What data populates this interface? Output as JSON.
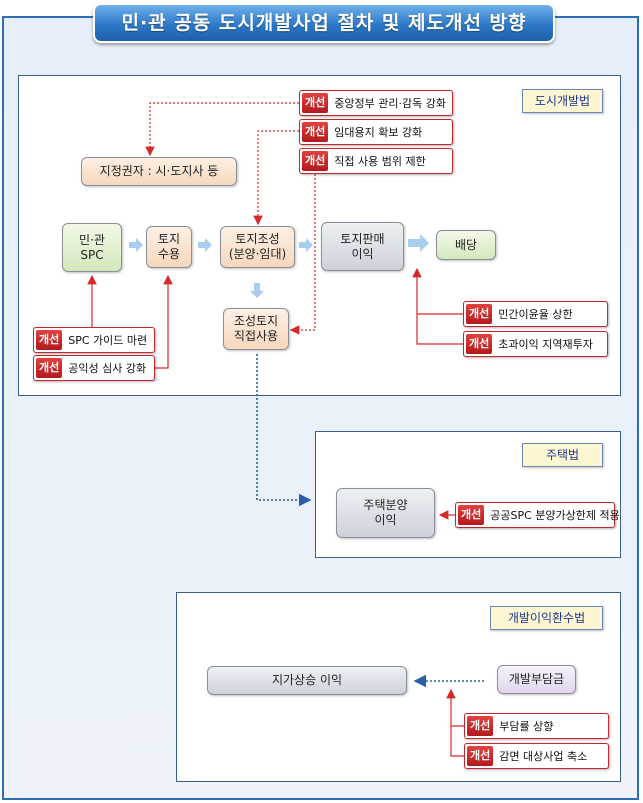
{
  "title": "민·관 공동 도시개발사업 절차  및 제도개선 방향",
  "colors": {
    "accent": "#2d79c8",
    "improve": "#c0282b"
  },
  "badge": "개선",
  "sections": {
    "urban": {
      "label": "도시개발법"
    },
    "housing": {
      "label": "주택법"
    },
    "profit": {
      "label": "개발이익환수법"
    }
  },
  "urban": {
    "designator": "지정권자 : 시·도지사 등",
    "spc": [
      "민·관",
      "SPC"
    ],
    "land_acq": [
      "토지",
      "수용"
    ],
    "land_dev": [
      "토지조성",
      "(분양·임대)"
    ],
    "land_sale": [
      "토지판매",
      "이익"
    ],
    "dividend": "배당",
    "direct_use": [
      "조성토지",
      "직접사용"
    ],
    "improvements": {
      "central": "중앙정부 관리·감독 강화",
      "rental": "임대용지 확보 강화",
      "direct_limit": "직접 사용 범위 제한",
      "spc_guide": "SPC 가이드 마련",
      "public_review": "공익성 심사 강화",
      "profit_cap": "민간이윤율 상한",
      "reinvest": "초과이익 지역재투자"
    }
  },
  "housing": {
    "sale_profit": [
      "주택분양",
      "이익"
    ],
    "improvements": {
      "price_cap": "공공SPC 분양가상한제 적용"
    }
  },
  "profit": {
    "land_rise": "지가상승 이익",
    "charge": "개발부담금",
    "improvements": {
      "rate_up": "부담률 상향",
      "exempt_cut": "감면 대상사업 축소"
    }
  }
}
